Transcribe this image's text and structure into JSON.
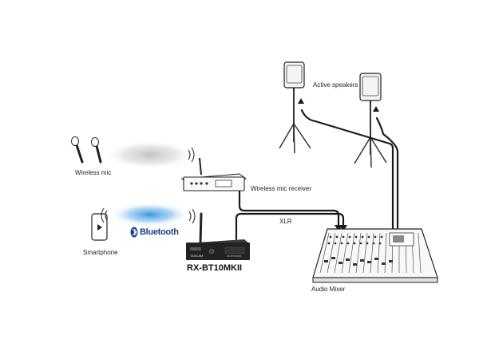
{
  "labels": {
    "active_speakers": "Active speakers",
    "wireless_mic": "Wireless mic",
    "wireless_mic_receiver": "Wireless mic receiver",
    "xlr": "XLR",
    "bluetooth": "Bluetooth",
    "smartphone": "Smartphone",
    "product": "RX-BT10MKII",
    "audio_mixer": "Audio Mixer"
  },
  "device_text": {
    "brand": "TASCAM",
    "panel_model": "RX-BT10MKII"
  },
  "colors": {
    "cable": "#1a1a1a",
    "bluetooth_glow": "#3aa0e8",
    "mic_glow": "#c8c8c8",
    "bluetooth_brand": "#1a3f8a",
    "device_dark": "#222222"
  },
  "icons": [
    "speaker-icon",
    "microphone-icon",
    "smartphone-icon",
    "bluetooth-icon",
    "wifi-icon",
    "receiver-icon",
    "mixer-icon"
  ]
}
